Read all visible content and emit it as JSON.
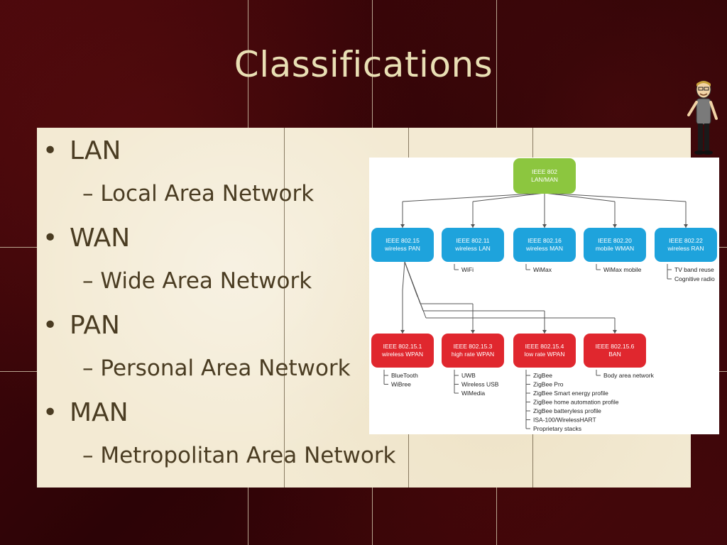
{
  "slide": {
    "title": "Classifications"
  },
  "bullets": [
    {
      "term": "LAN",
      "desc": "Local Area Network"
    },
    {
      "term": "WAN",
      "desc": "Wide Area Network"
    },
    {
      "term": "PAN",
      "desc": "Personal Area Network"
    },
    {
      "term": "MAN",
      "desc": "Metropolitan Area Network"
    }
  ],
  "diagram": {
    "root": {
      "line1": "IEEE 802",
      "line2": "LAN/MAN",
      "color": "#8cc63f"
    },
    "level1_color": "#1ea3dc",
    "level2_color": "#e0272e",
    "level1": [
      {
        "line1": "IEEE 802.15",
        "line2": "wireless PAN",
        "items": []
      },
      {
        "line1": "IEEE 802.11",
        "line2": "wireless LAN",
        "items": [
          "WiFi"
        ]
      },
      {
        "line1": "IEEE 802.16",
        "line2": "wireless MAN",
        "items": [
          "WiMax"
        ]
      },
      {
        "line1": "IEEE 802.20",
        "line2": "mobile WMAN",
        "items": [
          "WiMax mobile"
        ]
      },
      {
        "line1": "IEEE 802.22",
        "line2": "wireless RAN",
        "items": [
          "TV band reuse",
          "Cognitive radio"
        ]
      }
    ],
    "level2": [
      {
        "line1": "IEEE 802.15.1",
        "line2": "wireless WPAN",
        "items": [
          "BlueTooth",
          "WiBree"
        ]
      },
      {
        "line1": "IEEE 802.15.3",
        "line2": "high rate WPAN",
        "items": [
          "UWB",
          "Wireless USB",
          "WiMedia"
        ]
      },
      {
        "line1": "IEEE 802.15.4",
        "line2": "low rate WPAN",
        "items": [
          "ZigBee",
          "ZigBee Pro",
          "ZigBee Smart energy profile",
          "ZigBee home automation profile",
          "ZigBee batteryless profile",
          "ISA-100/WirelessHART",
          "Proprietary stacks"
        ]
      },
      {
        "line1": "IEEE 802.15.6",
        "line2": "BAN",
        "items": [
          "Body area network"
        ]
      }
    ]
  }
}
